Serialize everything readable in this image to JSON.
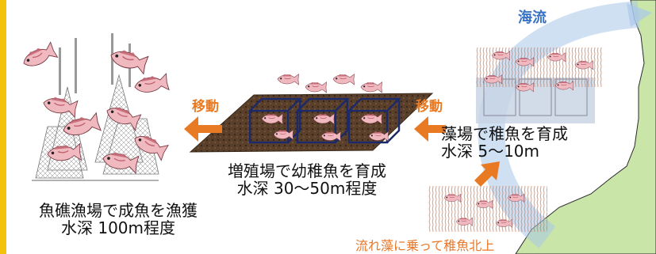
{
  "labels": {
    "current": "海流",
    "move_left": "移動",
    "move_right": "移動",
    "reef_line1": "魚礁漁場で成魚を漁獲",
    "reef_line2": "水深 100m程度",
    "nursery_line1": "増殖場で幼稚魚を育成",
    "nursery_line2": "水深 30～50m程度",
    "seaweed_line1": "藻場で稚魚を育成",
    "seaweed_line2": "水深 5～10m",
    "drift": "流れ藻に乗って稚魚北上"
  },
  "colors": {
    "accent_bar": "#f3c20d",
    "arrow_orange": "#e87a24",
    "current_blue": "#3a73c4",
    "land_green": "#c9e6a8",
    "fish_pink": "#f0b8bf",
    "seabed_brown": "#5a3f2a",
    "frame_navy": "#1d2a6a"
  },
  "icons": [
    "fish-icon",
    "reef-tower-icon",
    "seaweed-icon",
    "net-cube-icon",
    "land-silhouette-icon"
  ]
}
